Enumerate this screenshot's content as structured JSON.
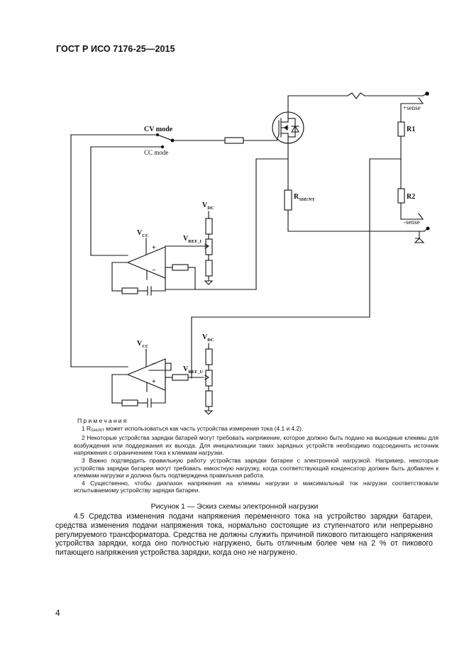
{
  "header": {
    "doc_id": "ГОСТ Р ИСО 7176-25—2015"
  },
  "diagram": {
    "labels": {
      "cv_mode": "CV mode",
      "cc_mode": "CC mode",
      "r_shunt_main": "R",
      "r_shunt_sub": "SHUNT",
      "r1": "R1",
      "r2": "R2",
      "plus_sense": "+sense",
      "minus_sense": "-sense",
      "vdc_top_main": "V",
      "vdc_top_sub": "DC",
      "vcc_top_main": "V",
      "vcc_top_sub": "CC",
      "vref_i_main": "V",
      "vref_i_sub": "REF_I",
      "vdc_bottom_main": "V",
      "vdc_bottom_sub": "DC",
      "vcc_bottom_main": "V",
      "vcc_bottom_sub": "CC",
      "vref_u_main": "V",
      "vref_u_sub": "REF_U",
      "plus_sign": "+",
      "minus_sign": "−"
    }
  },
  "notes": {
    "title": "Примечания",
    "note1_pre": "1 R",
    "note1_sub": "SHUNT",
    "note1_post": " может использоваться как часть устройства измерения тока (4.1 и 4.2).",
    "note2": "2 Некоторые устройства зарядки батарей могут требовать напряжение, которое должно быть подано на выходные клеммы для возбуждения или поддержания их выхода. Для инициализации таких зарядных устройств необходимо подсоединить источник напряжения с ограничением тока к клеммам нагрузки.",
    "note3": "3 Важно подтвердить правильную работу устройства зарядки батареи с электронной нагрузкой. Например, некоторые устройства зарядки батареи могут требовать емкостную нагрузку, когда соответствующий конденсатор должен быть добавлен к клеммам нагрузки и должна быть подтверждена правильная работа.",
    "note4": "4 Существенно, чтобы диапазон напряжения на клеммы нагрузки и максимальный ток нагрузки соответствовали испытываемому устройству зарядки батареи."
  },
  "figure_caption": "Рисунок 1 — Эскиз схемы электронной нагрузки",
  "body": {
    "paragraph": "4.5 Средства изменения подачи напряжения переменного тока на устройство зарядки батареи, средства изменения подачи напряжения тока, нормально состоящие из ступенчатого или непрерывно регулируемого трансформатора. Средства не должны служить причиной пикового питающего напряжения устройства зарядки, когда оно полностью нагружено, быть отличным более чем на 2 % от пикового питающего напряжения устройства зарядки, когда оно не нагружено."
  },
  "page_number": "4"
}
